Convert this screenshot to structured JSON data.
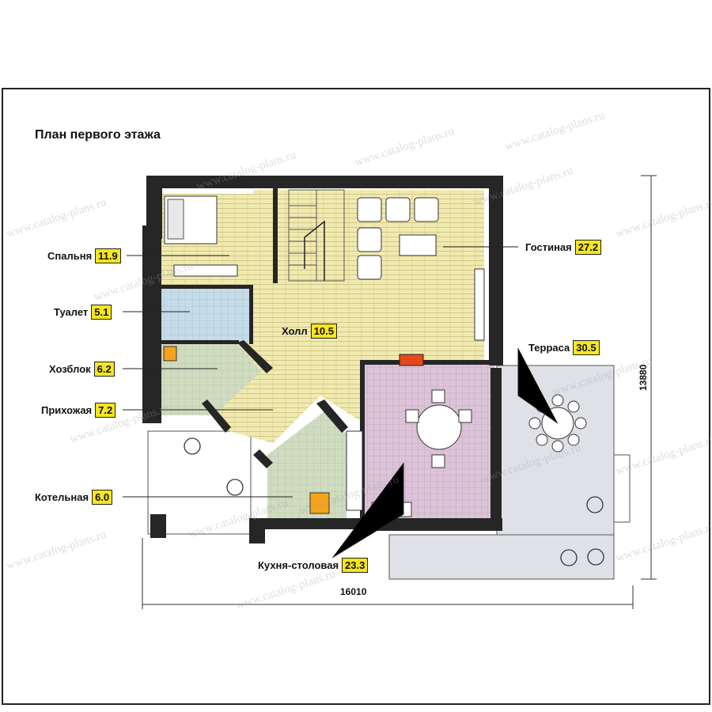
{
  "plan": {
    "title": "План первого этажа"
  },
  "rooms": [
    {
      "id": "spalnya",
      "name": "Спальня",
      "area": "11.9"
    },
    {
      "id": "tualet",
      "name": "Туалет",
      "area": "5.1"
    },
    {
      "id": "hozblok",
      "name": "Хозблок",
      "area": "6.2"
    },
    {
      "id": "prihozhaya",
      "name": "Прихожая",
      "area": "7.2"
    },
    {
      "id": "kotelnaya",
      "name": "Котельная",
      "area": "6.0"
    },
    {
      "id": "gostinaya",
      "name": "Гостиная",
      "area": "27.2"
    },
    {
      "id": "holl",
      "name": "Холл",
      "area": "10.5"
    },
    {
      "id": "terrasa",
      "name": "Терраса",
      "area": "30.5"
    },
    {
      "id": "kuhnya",
      "name": "Кухня-столовая",
      "area": "23.3"
    }
  ],
  "dimensions": {
    "width": "16010",
    "depth": "13880"
  },
  "watermark": "www.catalog-plans.ru",
  "colors": {
    "living_floor": "#f1eab0",
    "kitchen_floor": "#dcc3d8",
    "bath_floor": "#c5dbe8",
    "utility_floor": "#cfdcc0",
    "terrace_floor": "#dfe1e6",
    "wall": "#262626",
    "area_badge": "#f5e61e"
  }
}
